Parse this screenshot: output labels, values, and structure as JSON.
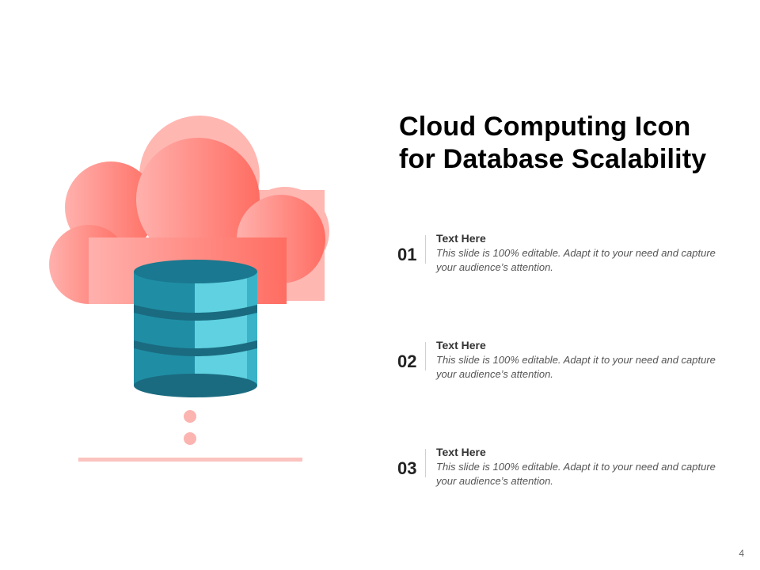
{
  "slide": {
    "title_line1": "Cloud Computing Icon",
    "title_line2": "for Database Scalability",
    "page_number": "4"
  },
  "items": [
    {
      "number": "01",
      "title": "Text Here",
      "body": "This slide is 100% editable. Adapt it to your need and capture your audience’s attention."
    },
    {
      "number": "02",
      "title": "Text Here",
      "body": "This slide is 100% editable. Adapt it to your need and capture your audience’s attention."
    },
    {
      "number": "03",
      "title": "Text Here",
      "body": "This slide is 100% editable. Adapt it to your need and capture your audience’s attention."
    }
  ],
  "illustration": {
    "icon": "cloud-database-icon",
    "colors": {
      "cloud_light": "#ffb1ad",
      "cloud_dark": "#ff6d62",
      "db_dark": "#1f8ea5",
      "db_light": "#5fd1e0",
      "db_band": "#1a6b80",
      "baseline": "#fbc3bf"
    }
  }
}
